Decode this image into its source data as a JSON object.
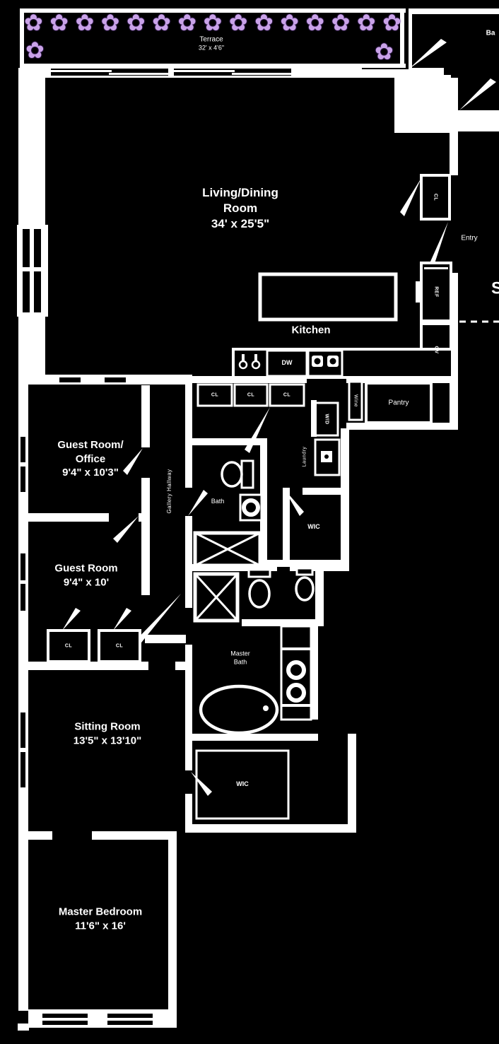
{
  "colors": {
    "background": "#000000",
    "walls": "#ffffff",
    "flower": "#c9a2e8"
  },
  "icons": {
    "flower_glyph": "✿"
  },
  "terrace": {
    "name": "Terrace",
    "dims": "32' x 4'6\"",
    "flower_count_top": 15
  },
  "living": {
    "name_line1": "Living/Dining",
    "name_line2": "Room",
    "dims": "34' x 25'5\""
  },
  "kitchen": {
    "name": "Kitchen",
    "dw": "DW",
    "ref": "REF",
    "ov": "OV"
  },
  "entry": {
    "name": "Entry",
    "cl": "CL"
  },
  "partials": {
    "edge_label_ba": "Ba",
    "edge_label_s": "S"
  },
  "hall": {
    "gallery": "Gallery Hallway",
    "cl1": "CL",
    "cl2": "CL",
    "cl3": "CL",
    "wd": "W/D",
    "wine": "Wine",
    "pantry": "Pantry",
    "laundry": "Laundry"
  },
  "guest_office": {
    "name_line1": "Guest Room/",
    "name_line2": "Office",
    "dims": "9'4\" x 10'3\""
  },
  "bath": {
    "name": "Bath"
  },
  "wic_upper": {
    "name": "WIC"
  },
  "guest_room": {
    "name": "Guest Room",
    "dims": "9'4\" x 10'",
    "cl_left": "CL",
    "cl_right": "CL"
  },
  "master_bath": {
    "name_line1": "Master",
    "name_line2": "Bath"
  },
  "sitting": {
    "name": "Sitting Room",
    "dims": "13'5\" x 13'10\""
  },
  "wic_lower": {
    "name": "WIC"
  },
  "master": {
    "name": "Master Bedroom",
    "dims": "11'6\" x 16'"
  }
}
